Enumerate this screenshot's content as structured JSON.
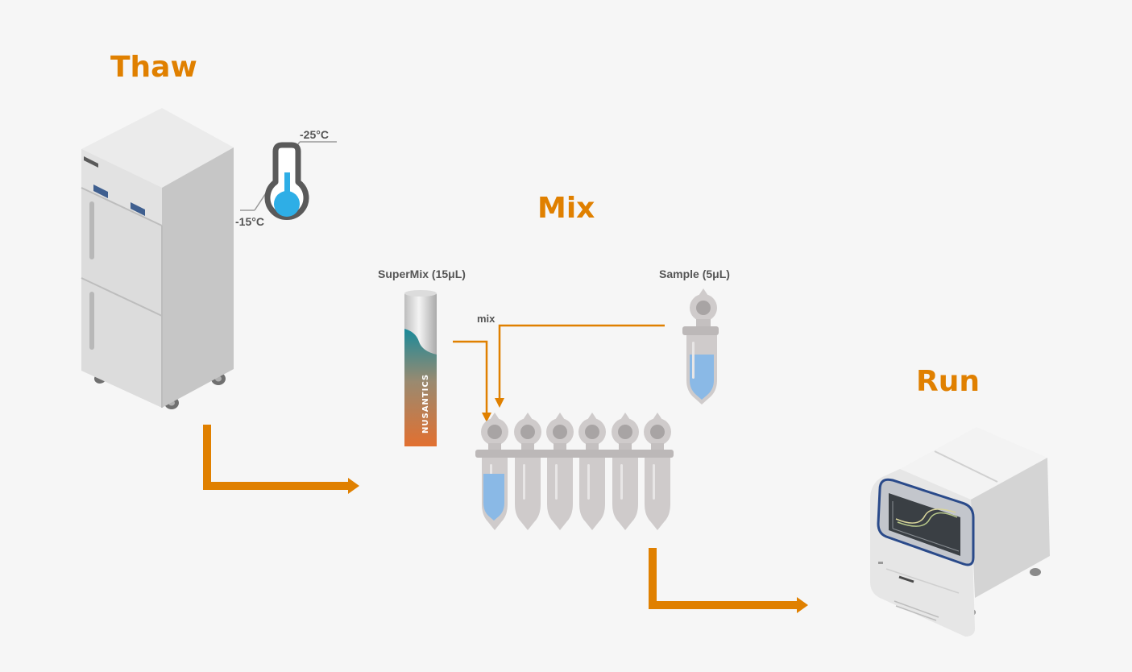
{
  "steps": {
    "thaw": "Thaw",
    "mix": "Mix",
    "run": "Run"
  },
  "thermometer": {
    "high_temp": "-25°C",
    "low_temp": "-15°C"
  },
  "reagents": {
    "supermix": "SuperMix (15μL)",
    "sample": "Sample (5μL)",
    "mix_label": "mix",
    "brand": "NUSANTICS"
  },
  "colors": {
    "accent": "#e08000",
    "liquid": "#8ab9e6",
    "thermo_fill": "#2eaee6"
  }
}
